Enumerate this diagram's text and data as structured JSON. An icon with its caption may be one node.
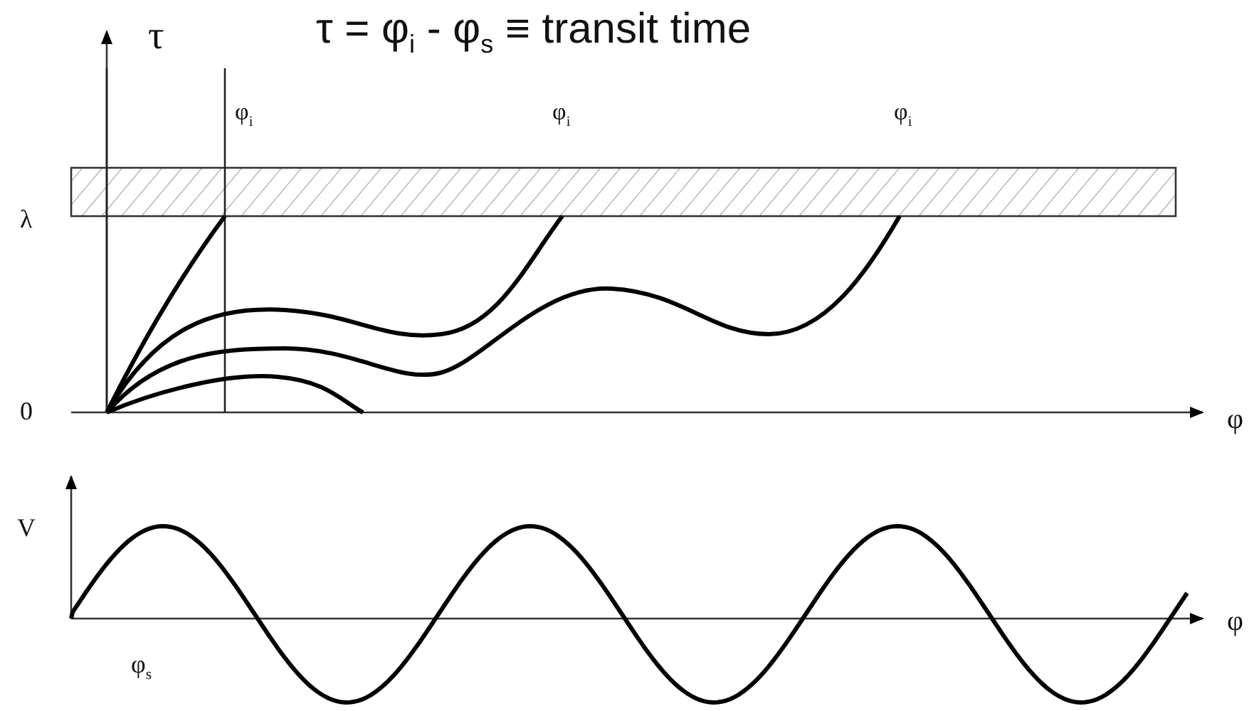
{
  "diagram": {
    "title": "τ = φ$_{i}$ - φ$_{s}$ ≡ transit time",
    "labels": [
      "τ",
      "φ$_{i}$",
      "φ$_{i}$",
      "φ$_{i}$",
      "λ",
      "0",
      "φ",
      "V",
      "φ",
      "φ$_{s}$"
    ]
  }
}
